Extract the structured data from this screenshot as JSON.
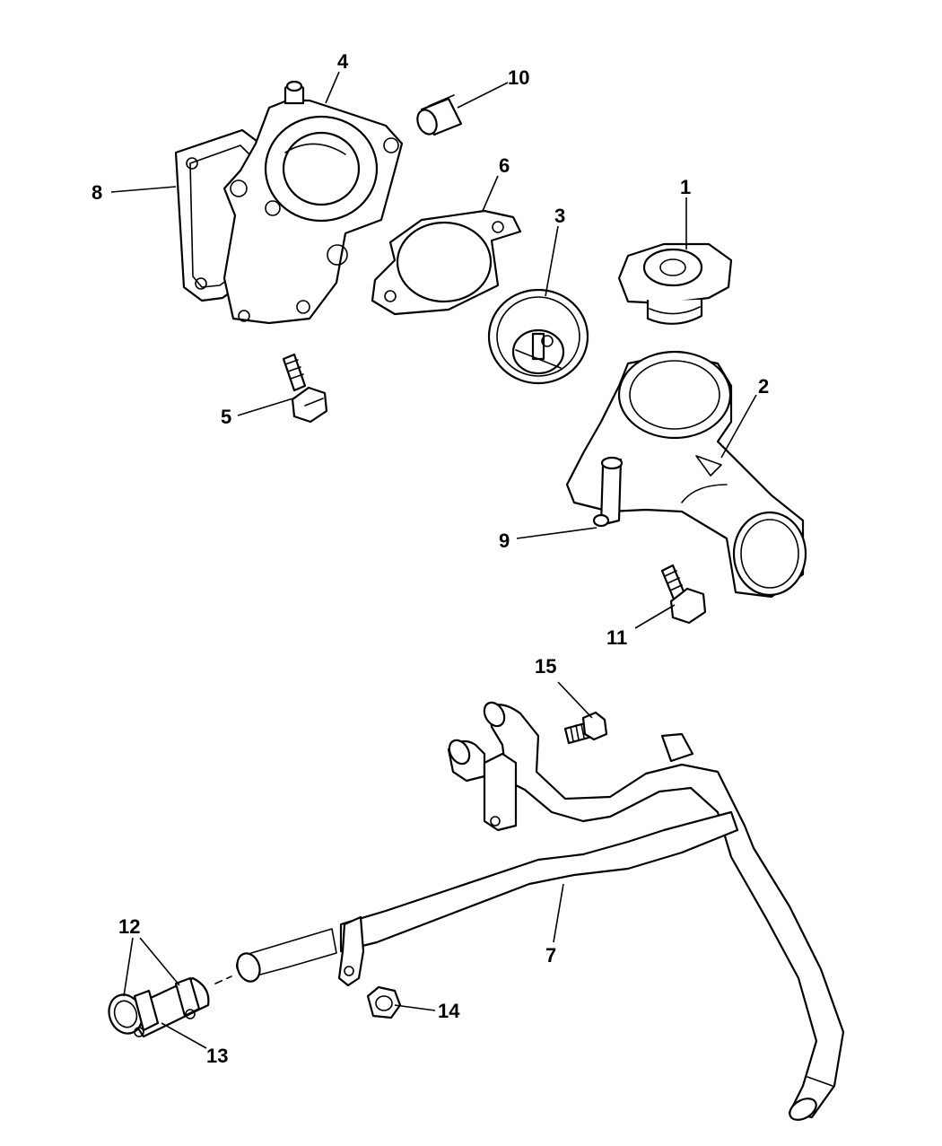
{
  "colors": {
    "ink": "#000000",
    "paper": "#ffffff"
  },
  "callouts": [
    {
      "id": "c1",
      "label": "1"
    },
    {
      "id": "c2",
      "label": "2"
    },
    {
      "id": "c3",
      "label": "3"
    },
    {
      "id": "c4",
      "label": "4"
    },
    {
      "id": "c5",
      "label": "5"
    },
    {
      "id": "c6",
      "label": "6"
    },
    {
      "id": "c7",
      "label": "7"
    },
    {
      "id": "c8",
      "label": "8"
    },
    {
      "id": "c9",
      "label": "9"
    },
    {
      "id": "c10",
      "label": "10"
    },
    {
      "id": "c11",
      "label": "11"
    },
    {
      "id": "c12",
      "label": "12"
    },
    {
      "id": "c13",
      "label": "13"
    },
    {
      "id": "c14",
      "label": "14"
    },
    {
      "id": "c15",
      "label": "15"
    }
  ]
}
